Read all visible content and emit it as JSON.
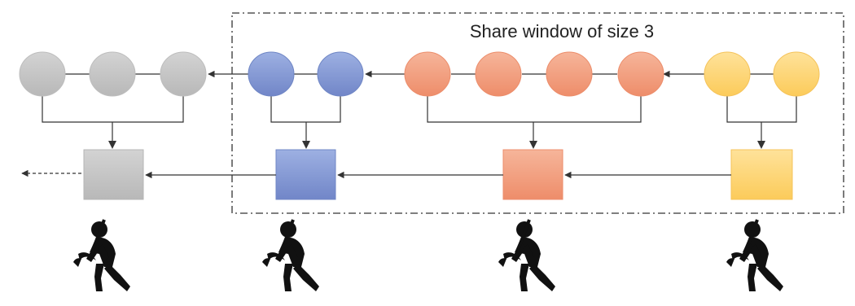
{
  "title": "Share window of size 3",
  "colors": {
    "gray": "#c7c7c7",
    "blue": "#8aa0d8",
    "orange": "#f2a080",
    "yellow": "#fdd77a",
    "line": "#333333"
  },
  "groups": [
    {
      "name": "gray-group",
      "share_count": 3,
      "color": "gray"
    },
    {
      "name": "blue-group",
      "share_count": 2,
      "color": "blue"
    },
    {
      "name": "orange-group",
      "share_count": 4,
      "color": "orange"
    },
    {
      "name": "yellow-group",
      "share_count": 2,
      "color": "yellow"
    }
  ],
  "window_size": 3,
  "miner_icon": "miner-icon"
}
